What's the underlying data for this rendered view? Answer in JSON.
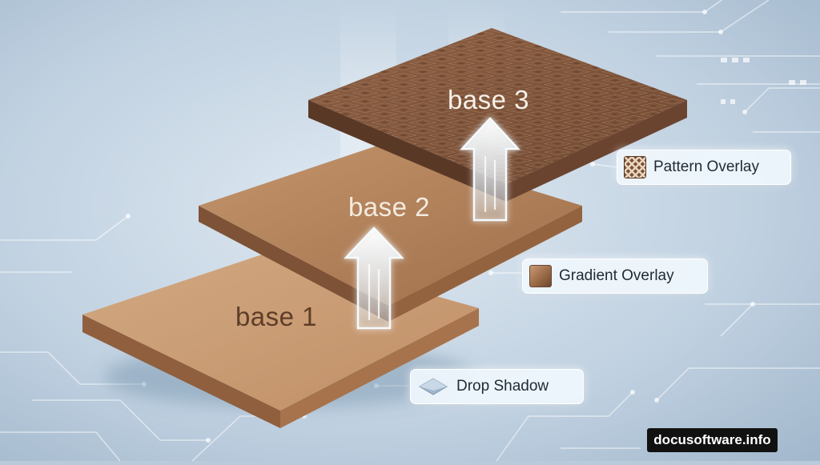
{
  "layers": [
    {
      "label": "base 1",
      "fill": "#c79b74",
      "text_color": "#5e3d28"
    },
    {
      "label": "base 2",
      "fill": "#b98a62",
      "text_color": "#f4ebe0"
    },
    {
      "label": "base 3",
      "fill": "#7e5438",
      "text_color": "#f7f0e8"
    }
  ],
  "callouts": {
    "pattern": {
      "label": "Pattern Overlay",
      "icon": "pattern-swatch-icon"
    },
    "gradient": {
      "label": "Gradient Overlay",
      "icon": "gradient-swatch-icon"
    },
    "shadow": {
      "label": "Drop Shadow",
      "icon": "diamond-shadow-icon"
    }
  },
  "watermark": "docusoftware.info",
  "colors": {
    "background": "#b9cadb",
    "arrow_glow": "#e8f6ff",
    "circuit": "#ffffff"
  }
}
